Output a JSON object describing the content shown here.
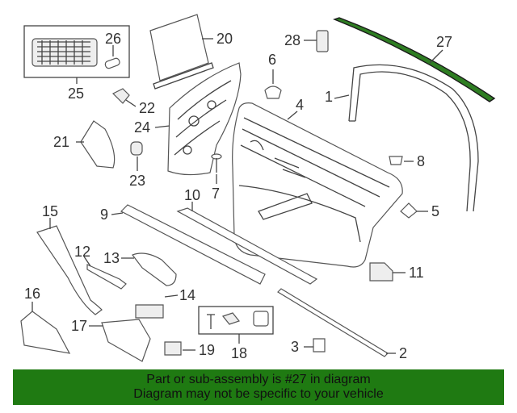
{
  "diagram": {
    "callouts": [
      "1",
      "2",
      "3",
      "4",
      "5",
      "6",
      "7",
      "8",
      "9",
      "10",
      "11",
      "12",
      "13",
      "14",
      "15",
      "16",
      "17",
      "18",
      "19",
      "20",
      "21",
      "22",
      "23",
      "24",
      "25",
      "26",
      "27",
      "28"
    ],
    "highlighted_part": "27",
    "highlight_color": "#2e7d22"
  },
  "banner": {
    "line1": "Part or sub-assembly is #27 in diagram",
    "line2": "Diagram may not be specific to your vehicle",
    "background": "#1f7a12"
  }
}
